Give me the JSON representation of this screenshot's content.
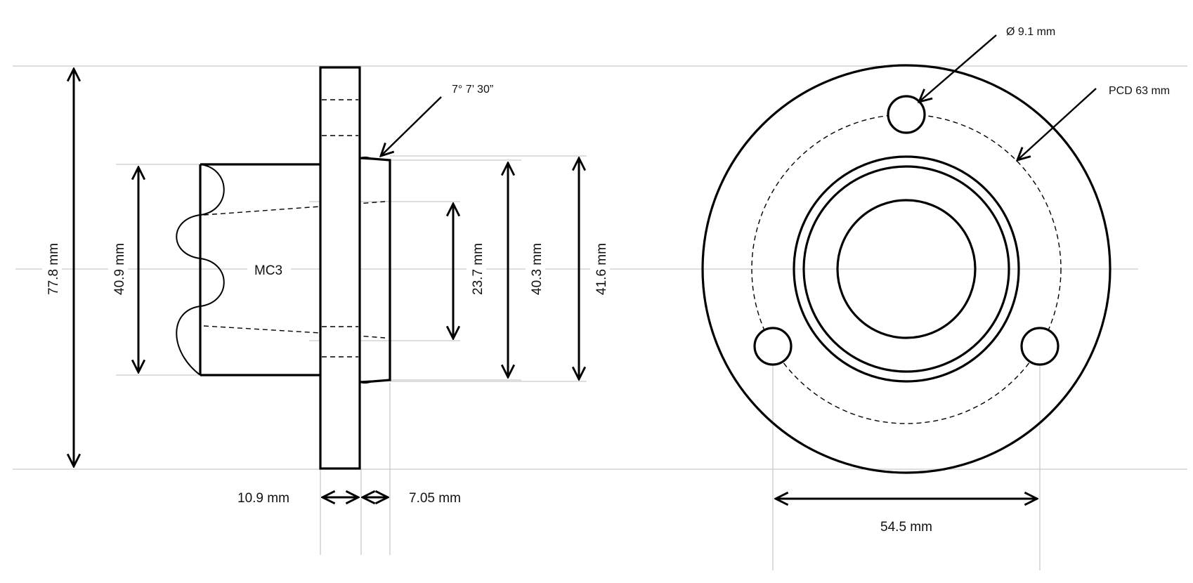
{
  "side_view": {
    "part_label": "MC3",
    "dims": {
      "overall_height": "77.8 mm",
      "shank_diameter": "40.9 mm",
      "taper_small": "23.7 mm",
      "boss_diameter_small": "40.3 mm",
      "boss_diameter_large": "41.6 mm",
      "flange_thickness": "10.9 mm",
      "boss_length": "7.05 mm",
      "taper_angle": "7° 7’ 30”"
    }
  },
  "front_view": {
    "dims": {
      "hole_diameter": "Ø 9.1 mm",
      "pitch_circle": "PCD 63 mm",
      "hole_spacing": "54.5 mm"
    }
  },
  "colors": {
    "outline": "#000000",
    "extension_lines": "#c9c9c9"
  }
}
